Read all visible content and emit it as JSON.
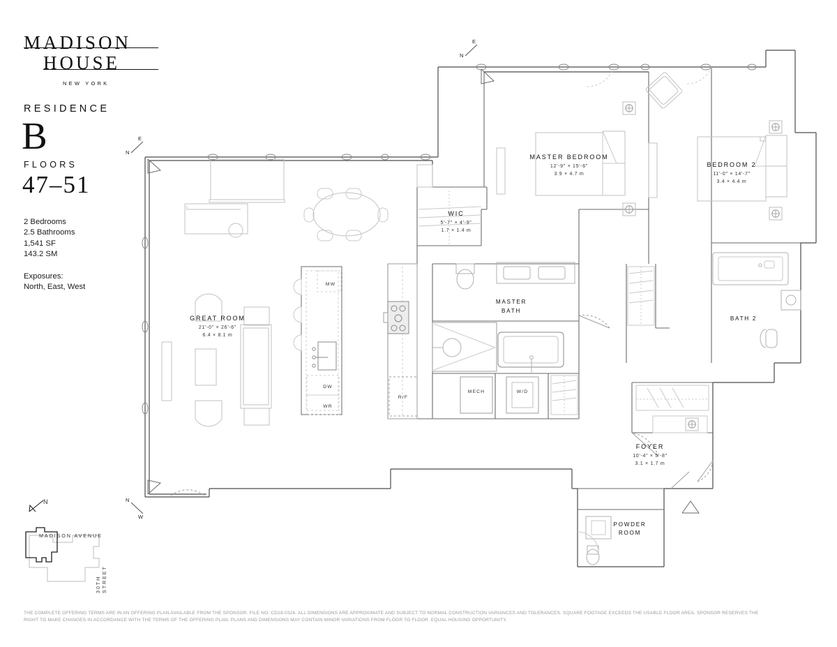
{
  "brand": {
    "line1": "MADISON",
    "line2": "HOUSE",
    "city": "NEW YORK"
  },
  "residence": {
    "label": "RESIDENCE",
    "letter": "B",
    "floors_label": "FLOORS",
    "floors_value": "47–51",
    "bedrooms": "2 Bedrooms",
    "bathrooms": "2.5 Bathrooms",
    "area_sf": "1,541 SF",
    "area_sm": "143.2 SM",
    "exposures_label": "Exposures:",
    "exposures_value": "North, East, West"
  },
  "rooms": [
    {
      "name": "MASTER BEDROOM",
      "dim_ft": "12'-9\" × 15'-6\"",
      "dim_m": "3.9 × 4.7 m"
    },
    {
      "name": "BEDROOM 2",
      "dim_ft": "11'-0\" × 14'-7\"",
      "dim_m": "3.4 × 4.4 m"
    },
    {
      "name": "WIC",
      "dim_ft": "5'-7\" × 4'-9\"",
      "dim_m": "1.7 × 1.4 m"
    },
    {
      "name": "GREAT ROOM",
      "dim_ft": "21'-0\" × 26'-6\"",
      "dim_m": "6.4 × 8.1 m"
    },
    {
      "name": "FOYER",
      "dim_ft": "10'-4\" × 5'-8\"",
      "dim_m": "3.1 × 1.7 m"
    }
  ],
  "room_labels": {
    "master_bath_l1": "MASTER",
    "master_bath_l2": "BATH",
    "bath2": "BATH 2",
    "powder_l1": "POWDER",
    "powder_l2": "ROOM"
  },
  "appliances": {
    "microwave": "MW",
    "dishwasher": "DW",
    "wine_refrigerator": "WR",
    "refrigerator_freezer": "R/F",
    "mechanical": "MECH",
    "washer_dryer": "W/D"
  },
  "compass": {
    "top_left_n": "N",
    "top_left_e": "E",
    "plan_nw_n": "N",
    "plan_nw_e": "E",
    "plan_sw_n": "N",
    "plan_sw_w": "W",
    "key_north": "N"
  },
  "site_key": {
    "avenue": "MADISON AVENUE",
    "street": "30TH STREET"
  },
  "disclaimer": {
    "line1": "THE COMPLETE OFFERING TERMS ARE IN AN OFFERING PLAN AVAILABLE FROM THE SPONSOR. FILE NO. CD18-0326. ALL DIMENSIONS ARE APPROXIMATE AND SUBJECT TO NORMAL CONSTRUCTION VARIANCES AND TOLERANCES. SQUARE FOOTAGE EXCEEDS THE USABLE FLOOR AREA. SPONSOR RESERVES THE",
    "line2": "RIGHT TO MAKE CHANGES IN ACCORDANCE WITH THE TERMS OF THE OFFERING PLAN. PLANS AND DIMENSIONS MAY CONTAIN MINOR VARIATIONS FROM FLOOR TO FLOOR.  EQUAL HOUSING OPPORTUNITY."
  },
  "colors": {
    "wall": "#4a4a4a",
    "fixture": "#b9b9b9",
    "text": "#111111",
    "muted": "#9a9a9a"
  }
}
